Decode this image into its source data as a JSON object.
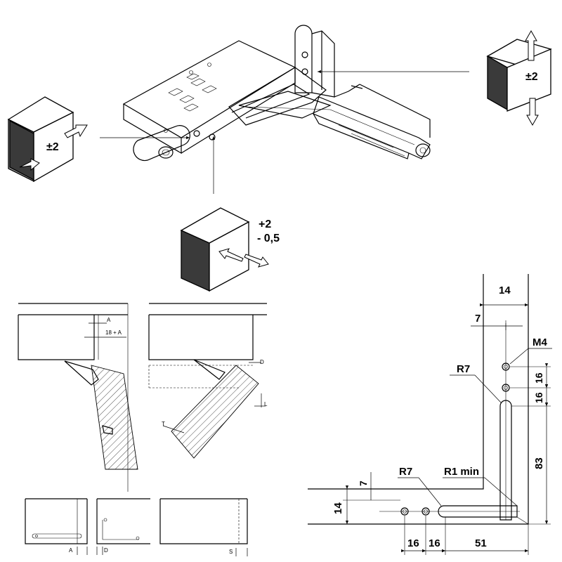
{
  "adjust_side": {
    "value": "±2"
  },
  "adjust_height": {
    "value": "±2"
  },
  "adjust_depth": {
    "line1": "+2",
    "line2": "- 0,5"
  },
  "details": {
    "label_a": "A",
    "label_18a": "18 + A",
    "label_d": "D",
    "label_l": "L",
    "label_t": "T",
    "label_a2": "A",
    "label_d2": "D",
    "label_s": "S"
  },
  "drilling": {
    "dim_14_top": "14",
    "dim_7_top": "7",
    "thread": "M4",
    "radius_r7_vertical": "R7",
    "dim_16_a": "16",
    "dim_16_b": "16",
    "dim_83": "83",
    "radius_r7_horizontal": "R7",
    "radius_r1": "R1 min",
    "dim_7_left": "7",
    "dim_14_left": "14",
    "dim_16_c": "16",
    "dim_16_d": "16",
    "dim_51": "51"
  }
}
